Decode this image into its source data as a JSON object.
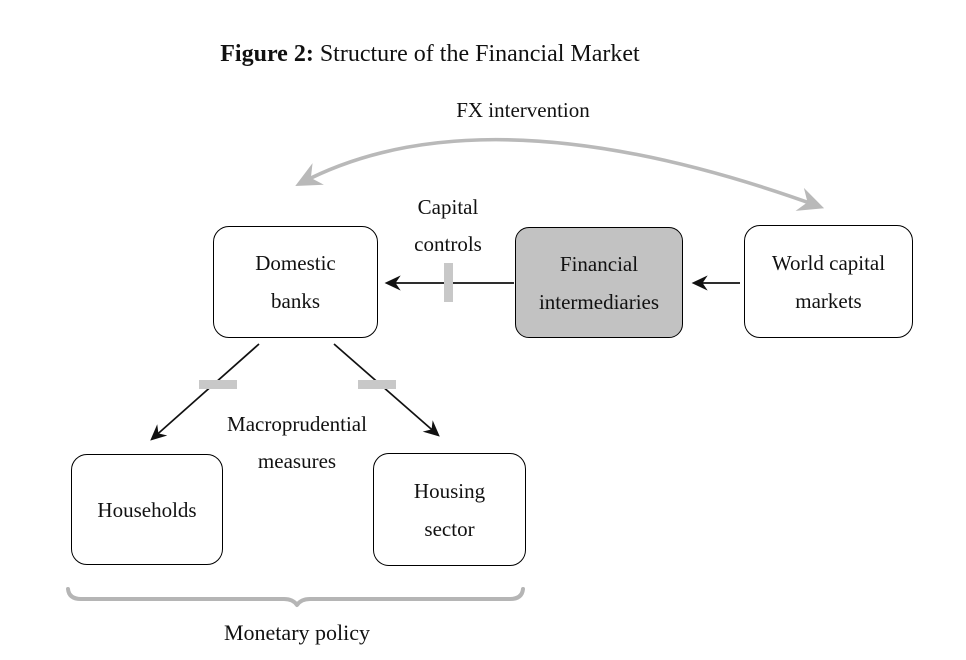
{
  "figure": {
    "title_prefix": "Figure 2:",
    "title_text": "Structure of the Financial Market"
  },
  "nodes": {
    "domestic_banks": {
      "lines": [
        "Domestic",
        "banks"
      ]
    },
    "financial_intermediaries": {
      "lines": [
        "Financial",
        "intermediaries"
      ]
    },
    "world_capital_markets": {
      "lines": [
        "World capital",
        "markets"
      ]
    },
    "households": {
      "lines": [
        "Households"
      ]
    },
    "housing_sector": {
      "lines": [
        "Housing",
        "sector"
      ]
    }
  },
  "labels": {
    "fx_intervention": "FX intervention",
    "capital_controls_line1": "Capital",
    "capital_controls_line2": "controls",
    "macroprudential_line1": "Macroprudential",
    "macroprudential_line2": "measures",
    "monetary_policy": "Monetary policy"
  },
  "colors": {
    "background": "#ffffff",
    "box_border": "#000000",
    "shaded_box_fill": "#c2c2c2",
    "black_arrow": "#111111",
    "gray_arc": "#b9b9b9",
    "gray_tick": "#c8c8c8",
    "gray_brace": "#b5b5b5",
    "text": "#111111"
  }
}
